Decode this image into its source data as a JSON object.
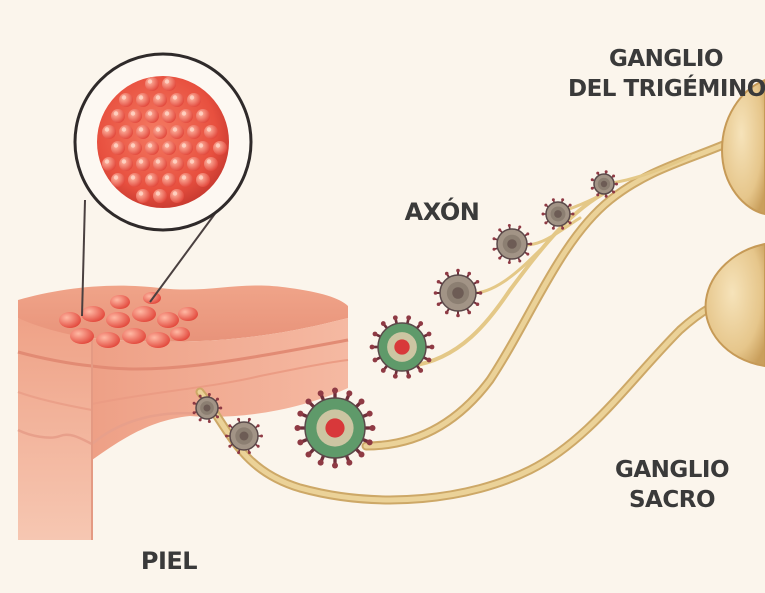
{
  "labels": {
    "trigeminal_ganglion": [
      "GANGLIO",
      "DEL TRIGÉMINO"
    ],
    "axon": "AXÓN",
    "sacral_ganglion": [
      "GANGLIO",
      "SACRO"
    ],
    "skin": "PIEL"
  },
  "colors": {
    "background": "#fbf5ec",
    "skin_surface": "#efa68a",
    "skin_side": "#f1b49c",
    "lesion": "#e2473b",
    "nerve_fiber": "#e0c27e",
    "ganglion": "#ecd3a0",
    "virus_capsid": "#8f3a44",
    "virus_envelope_green": "#5f9a6a",
    "virus_envelope_grey": "#a29486",
    "label_text": "#3a3a3a"
  },
  "icons": {
    "magnifier": "magnified-lesion-icon",
    "virus": "herpes-virus-particle-icon",
    "neuron": "ganglion-neuron-icon"
  }
}
